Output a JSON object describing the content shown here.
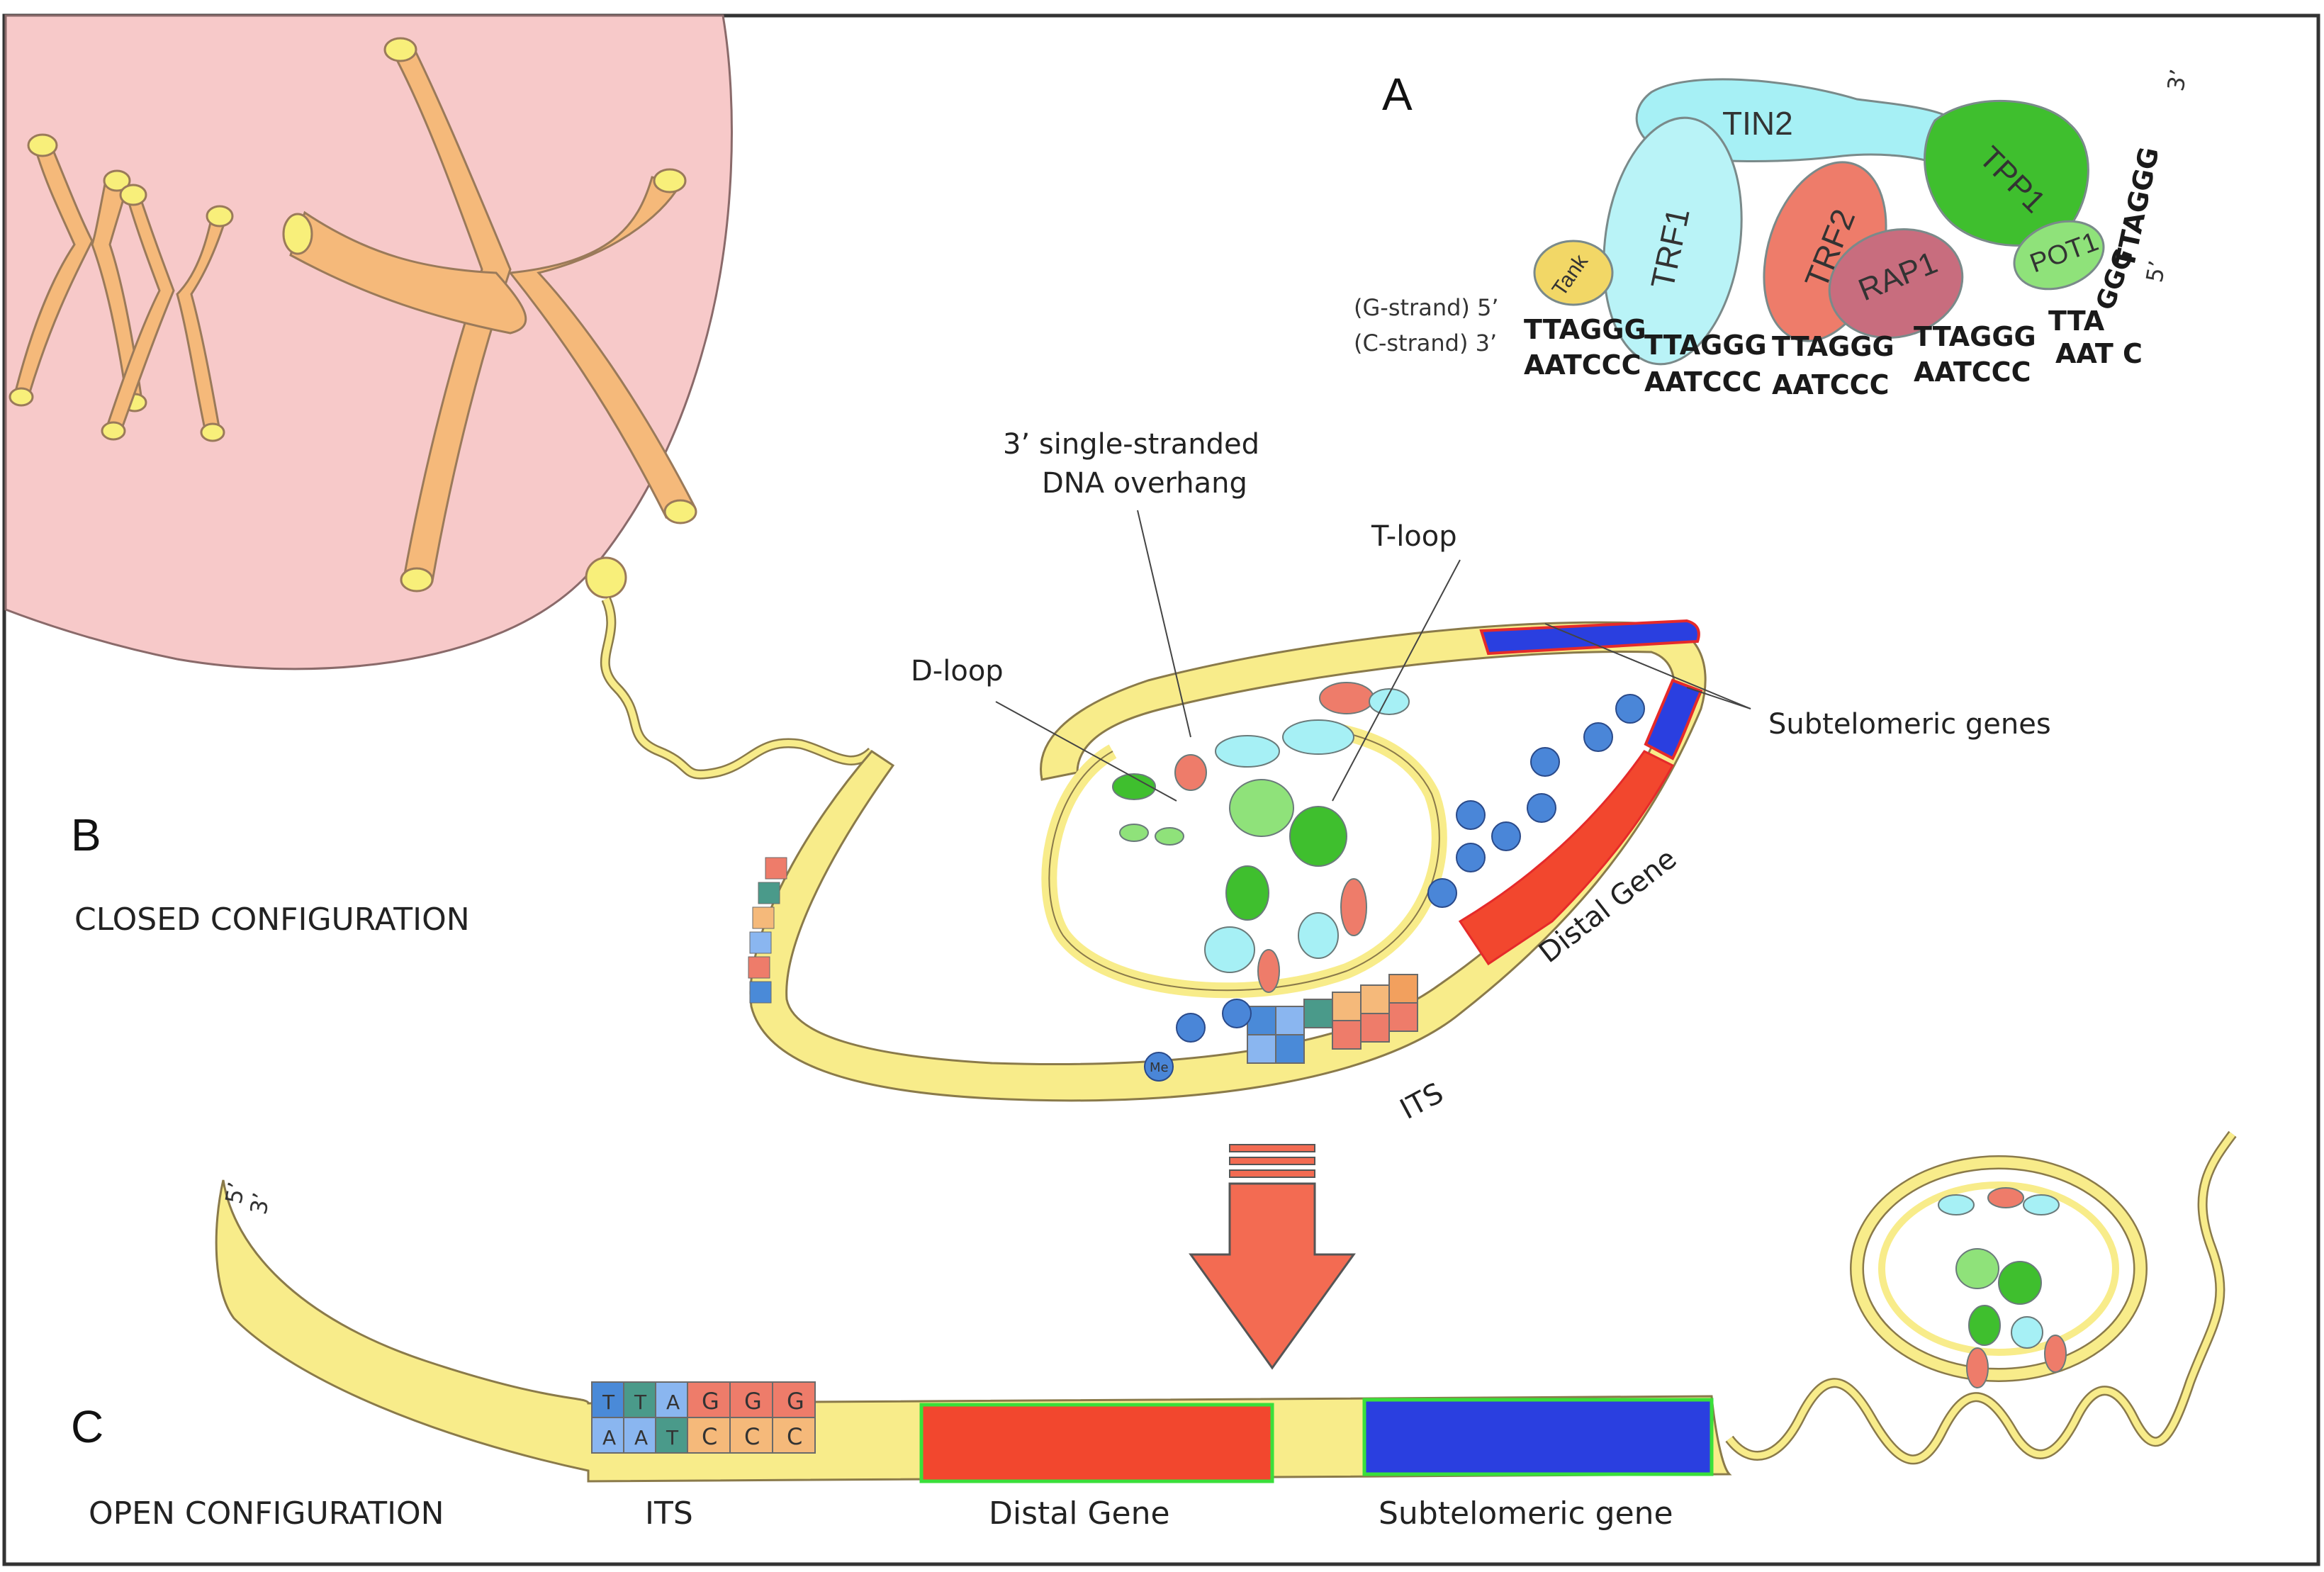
{
  "panels": {
    "a": "A",
    "b": "B",
    "c": "C"
  },
  "configurations": {
    "closed": "CLOSED CONFIGURATION",
    "open": "OPEN CONFIGURATION"
  },
  "shelterin": {
    "proteins": {
      "tin2": "TIN2",
      "trf1": "TRF1",
      "trf2": "TRF2",
      "rap1": "RAP1",
      "tpp1": "TPP1",
      "pot1": "POT1",
      "tank": "Tank"
    },
    "g_strand_label": "(G-strand) 5’",
    "c_strand_label": "(C-strand) 3’",
    "g_repeats": [
      "TTAGGG",
      "TTAGGG",
      "TTAGGG",
      "TTAGGG",
      "TTA"
    ],
    "c_repeats": [
      "AATCCC",
      "AATCCC",
      "AATCCC",
      "AATCCC",
      "AAT C"
    ],
    "overhang_repeats": [
      "GGG",
      "TTAGGG"
    ],
    "end_3prime": "3’",
    "end_5prime": "5’"
  },
  "closed_labels": {
    "overhang": [
      "3’ single-stranded",
      "DNA overhang"
    ],
    "tloop": "T-loop",
    "dloop": "D-loop",
    "subtelomeric": "Subtelomeric genes",
    "distal": "Distal Gene",
    "its": "ITS",
    "methyl": "Me"
  },
  "open_labels": {
    "its": "ITS",
    "distal": "Distal Gene",
    "subtelomeric": "Subtelomeric gene",
    "end_5prime": "5’",
    "end_3prime": "3’",
    "its_top": [
      "T",
      "T",
      "A",
      "G",
      "G",
      "G"
    ],
    "its_bottom": [
      "A",
      "A",
      "T",
      "C",
      "C",
      "C"
    ]
  },
  "colors": {
    "nucleus": "#f7c9c9",
    "chromosome": "#f5b97a",
    "telomere_cap": "#f8ef7a",
    "dna_ribbon": "#f8ec8a",
    "distal_gene": "#f2472e",
    "subtelomeric_gene": "#2a3fe0",
    "tin2": "#a6f0f5",
    "trf1": "#b9f3f7",
    "trf2": "#ee7c6a",
    "rap1": "#c86d7e",
    "tpp1": "#3fbf2e",
    "pot1": "#8fe27a",
    "tank": "#f2d766",
    "methyl": "#4a86d8",
    "arrow": "#f36b52"
  }
}
